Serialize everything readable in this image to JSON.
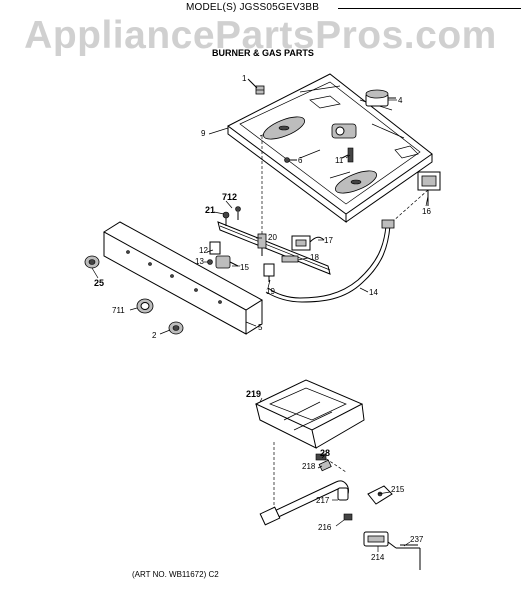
{
  "header": {
    "model_text": "MODEL(S) JGSS05GEV3BB",
    "watermark": "AppliancePartsPros.com",
    "section_title": "BURNER & GAS PARTS"
  },
  "footer": {
    "art_no": "(ART NO. WB11672) C2"
  },
  "callouts": {
    "c1": "1",
    "c4": "4",
    "c9": "9",
    "c6": "6",
    "c11": "11",
    "c16": "16",
    "c712": "712",
    "c21": "21",
    "c20": "20",
    "c17": "17",
    "c12": "12",
    "c13": "13",
    "c15": "15",
    "c18": "18",
    "c19": "19",
    "c14": "14",
    "c25": "25",
    "c711": "711",
    "c5": "5",
    "c2": "2",
    "c219": "219",
    "c28": "28",
    "c218": "218",
    "c217": "217",
    "c215": "215",
    "c216": "216",
    "c237": "237",
    "c214": "214"
  }
}
